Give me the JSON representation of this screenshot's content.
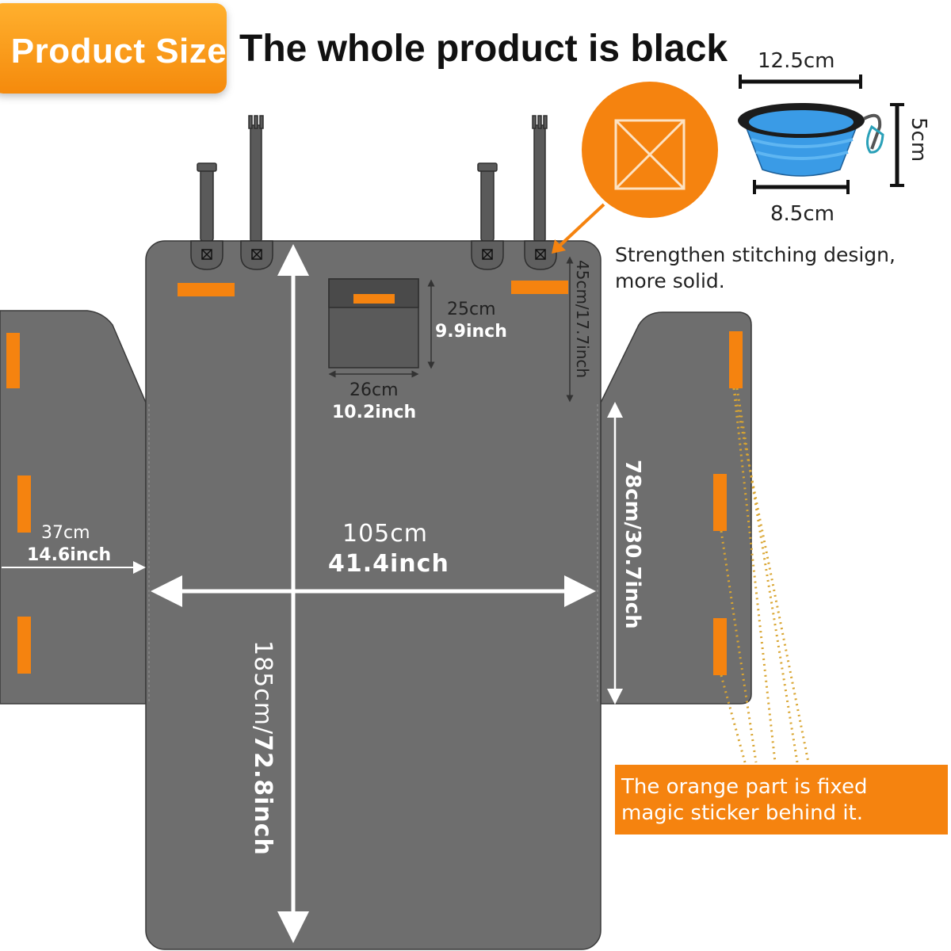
{
  "header": {
    "badge_label": "Product Size",
    "headline": "The whole product is black"
  },
  "bowl": {
    "top_width": "12.5cm",
    "bottom_width": "8.5cm",
    "height": "5cm"
  },
  "callout": {
    "line1": "Strengthen stitching design,",
    "line2": "more solid."
  },
  "dimensions": {
    "pocket_height_cm": "25cm",
    "pocket_height_in": "9.9inch",
    "pocket_width_cm": "26cm",
    "pocket_width_in": "10.2inch",
    "headrest_section": "45cm/17.7inch",
    "side_flap_width_cm": "37cm",
    "side_flap_width_in": "14.6inch",
    "total_width_cm": "105cm",
    "total_width_in": "41.4inch",
    "side_flap_length": "78cm/30.7inch",
    "total_length_cm": "185cm/",
    "total_length_in": "72.8inch"
  },
  "note": {
    "line1": "The orange part is fixed",
    "line2": "magic sticker behind it."
  },
  "colors": {
    "mat": "#6e6e6e",
    "orange": "#f5830f",
    "bowl_blue": "#3a9be6",
    "arrow": "#ffffff"
  }
}
